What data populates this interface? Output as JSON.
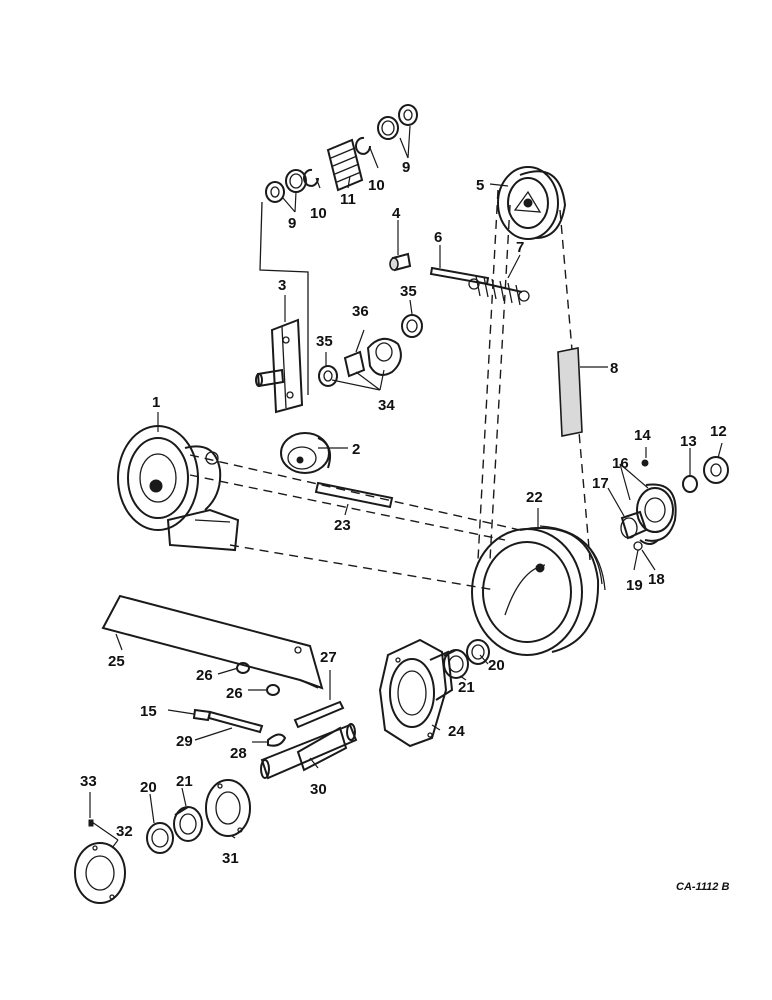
{
  "callouts": {
    "c1": "1",
    "c2": "2",
    "c3": "3",
    "c4": "4",
    "c5": "5",
    "c6": "6",
    "c7": "7",
    "c8": "8",
    "c9a": "9",
    "c9b": "9",
    "c10a": "10",
    "c10b": "10",
    "c11": "11",
    "c12": "12",
    "c13": "13",
    "c14": "14",
    "c15": "15",
    "c16": "16",
    "c17": "17",
    "c18": "18",
    "c19": "19",
    "c20a": "20",
    "c20b": "20",
    "c21a": "21",
    "c21b": "21",
    "c22": "22",
    "c23": "23",
    "c24": "24",
    "c25": "25",
    "c26a": "26",
    "c26b": "26",
    "c27": "27",
    "c28": "28",
    "c29": "29",
    "c30": "30",
    "c31": "31",
    "c32": "32",
    "c33": "33",
    "c34": "34",
    "c35a": "35",
    "c35b": "35",
    "c36": "36"
  },
  "drawing_code": "CA-1112 B"
}
